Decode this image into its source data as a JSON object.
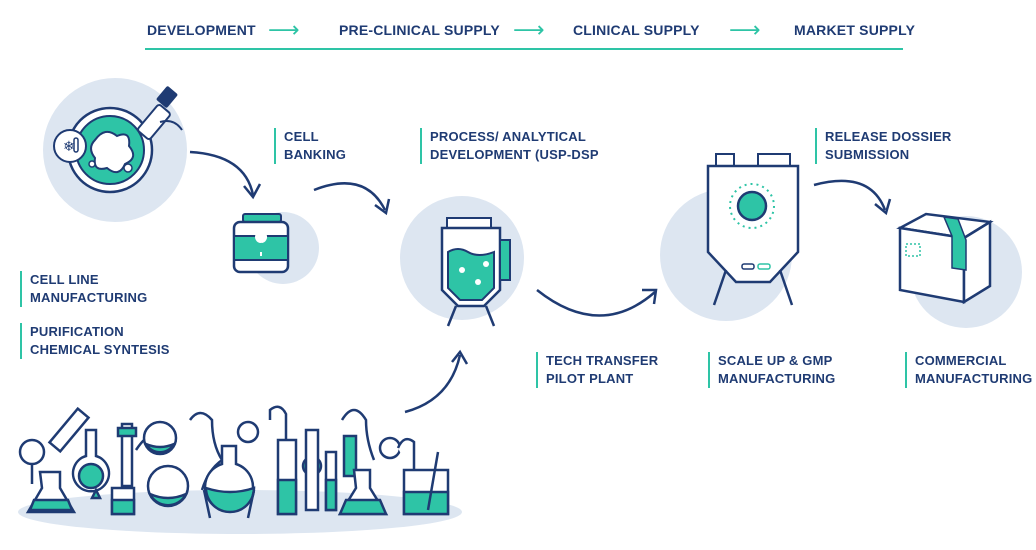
{
  "nav": {
    "steps": [
      "DEVELOPMENT",
      "PRE-CLINICAL SUPPLY",
      "CLINICAL SUPPLY",
      "MARKET SUPPLY"
    ],
    "arrow_glyph": "⟶"
  },
  "labels": {
    "cell_banking": [
      "CELL",
      "BANKING"
    ],
    "process_dev": [
      "PROCESS/ ANALYTICAL",
      "DEVELOPMENT (USP-DSP"
    ],
    "release_dossier": [
      "RELEASE DOSSIER",
      "SUBMISSION"
    ],
    "cell_line": [
      "CELL LINE",
      "MANUFACTURING"
    ],
    "purification": [
      "PURIFICATION",
      "CHEMICAL SYNTESIS"
    ],
    "tech_transfer": [
      "TECH TRANSFER",
      "PILOT PLANT"
    ],
    "scale_up": [
      "SCALE UP & GMP",
      "MANUFACTURING"
    ],
    "commercial": [
      "COMMERCIAL",
      "MANUFACTURING"
    ]
  },
  "colors": {
    "navy": "#1f3b73",
    "teal": "#2ec4a6",
    "light_blue": "#dde6f1"
  }
}
